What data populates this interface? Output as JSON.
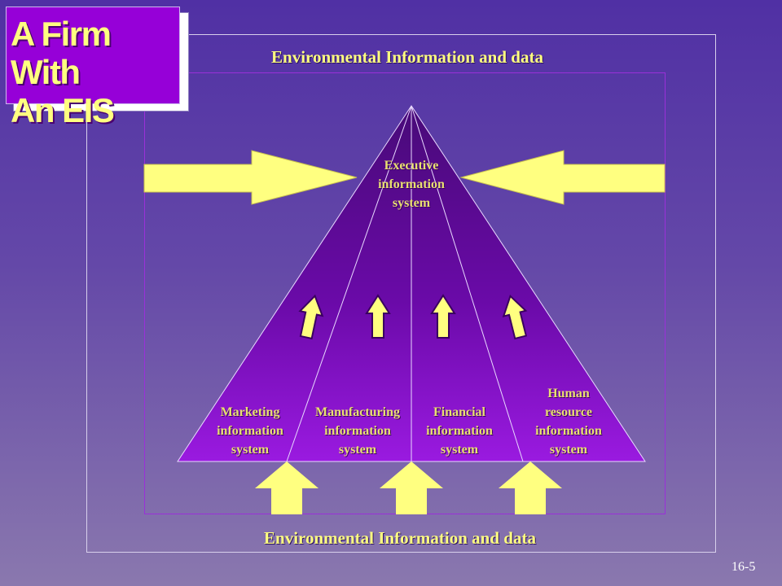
{
  "title": {
    "line1": "A Firm With",
    "line2": "An EIS"
  },
  "environment": {
    "top_label": "Environmental Information and data",
    "bottom_label": "Environmental Information and data"
  },
  "executive": {
    "line1": "Executive",
    "line2": "information",
    "line3": "system"
  },
  "subsystems": [
    {
      "lines": [
        "Marketing",
        "information",
        "system"
      ]
    },
    {
      "lines": [
        "Manufacturing",
        "information",
        "system"
      ]
    },
    {
      "lines": [
        "Financial",
        "information",
        "system"
      ]
    },
    {
      "lines": [
        "Human",
        "resource",
        "information",
        "system"
      ]
    }
  ],
  "page_number": "16-5",
  "colors": {
    "arrow_fill": "#ffff80",
    "pyramid_dark": "#480a78",
    "pyramid_light": "#9a1ae0",
    "label_text": "#e8e070"
  }
}
